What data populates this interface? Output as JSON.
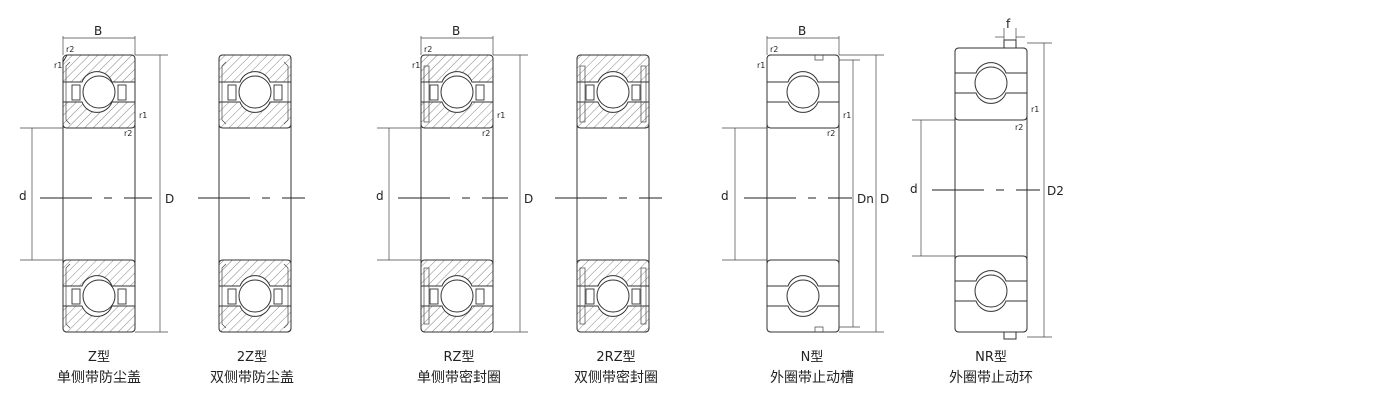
{
  "labels": {
    "B": "B",
    "d": "d",
    "D": "D",
    "Dn": "Dn",
    "D2": "D2",
    "r1": "r1",
    "r2": "r2",
    "f": "f"
  },
  "bearings": [
    {
      "type": "Z型",
      "desc": "单侧带防尘盖"
    },
    {
      "type": "2Z型",
      "desc": "双侧带防尘盖"
    },
    {
      "type": "RZ型",
      "desc": "单侧带密封圈"
    },
    {
      "type": "2RZ型",
      "desc": "双侧带密封圈"
    },
    {
      "type": "N型",
      "desc": "外圈带止动槽"
    },
    {
      "type": "NR型",
      "desc": "外圈带止动环"
    }
  ]
}
